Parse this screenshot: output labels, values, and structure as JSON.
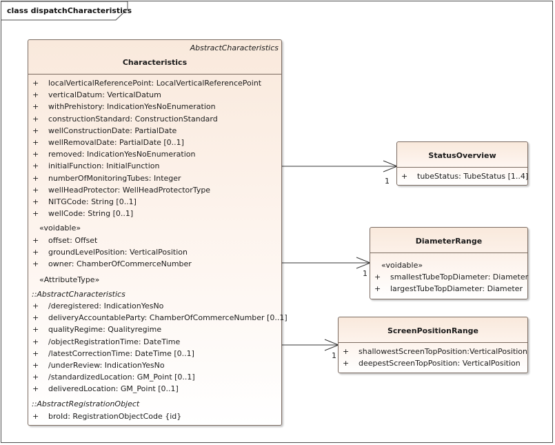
{
  "diagram": {
    "frame_label": "class dispatchCharacteristics"
  },
  "characteristics": {
    "superclass_stereotype": "AbstractCharacteristics",
    "name": "Characteristics",
    "attributes": [
      {
        "vis": "+",
        "text": "localVerticalReferencePoint: LocalVerticalReferencePoint"
      },
      {
        "vis": "+",
        "text": "verticalDatum: VerticalDatum"
      },
      {
        "vis": "+",
        "text": "withPrehistory: IndicationYesNoEnumeration"
      },
      {
        "vis": "+",
        "text": "constructionStandard: ConstructionStandard"
      },
      {
        "vis": "+",
        "text": "wellConstructionDate: PartialDate"
      },
      {
        "vis": "+",
        "text": "wellRemovalDate: PartialDate [0..1]"
      },
      {
        "vis": "+",
        "text": "removed: IndicationYesNoEnumeration"
      },
      {
        "vis": "+",
        "text": "initialFunction: InitialFunction"
      },
      {
        "vis": "+",
        "text": "numberOfMonitoringTubes: Integer"
      },
      {
        "vis": "+",
        "text": "wellHeadProtector: WellHeadProtectorType"
      },
      {
        "vis": "+",
        "text": "NITGCode: String [0..1]"
      },
      {
        "vis": "+",
        "text": "wellCode: String [0..1]"
      }
    ],
    "voidable_label": "«voidable»",
    "voidable_attributes": [
      {
        "vis": "+",
        "text": "offset: Offset"
      },
      {
        "vis": "+",
        "text": "groundLevelPosition: VerticalPosition"
      },
      {
        "vis": "+",
        "text": "owner: ChamberOfCommerceNumber"
      }
    ],
    "attributetype_label": "«AttributeType»",
    "inherited_1_label": "::AbstractCharacteristics",
    "inherited_1_attributes": [
      {
        "vis": "+",
        "text": "/deregistered: IndicationYesNo"
      },
      {
        "vis": "+",
        "text": "deliveryAccountableParty: ChamberOfCommerceNumber [0..1]"
      },
      {
        "vis": "+",
        "text": "qualityRegime: Qualityregime"
      },
      {
        "vis": "+",
        "text": "/objectRegistrationTime: DateTime"
      },
      {
        "vis": "+",
        "text": "/latestCorrectionTime: DateTime [0..1]"
      },
      {
        "vis": "+",
        "text": "/underReview: IndicationYesNo"
      },
      {
        "vis": "+",
        "text": "/standardizedLocation: GM_Point [0..1]"
      },
      {
        "vis": "+",
        "text": "deliveredLocation: GM_Point [0..1]"
      }
    ],
    "inherited_2_label": "::AbstractRegistrationObject",
    "inherited_2_attributes": [
      {
        "vis": "+",
        "text": "broId: RegistrationObjectCode {id}"
      }
    ]
  },
  "status_overview": {
    "name": "StatusOverview",
    "attributes": [
      {
        "vis": "+",
        "text": "tubeStatus: TubeStatus [1..4]"
      }
    ],
    "multiplicity": "1"
  },
  "diameter_range": {
    "name": "DiameterRange",
    "voidable_label": "«voidable»",
    "attributes": [
      {
        "vis": "+",
        "text": "smallestTubeTopDiameter: Diameter"
      },
      {
        "vis": "+",
        "text": "largestTubeTopDiameter: Diameter"
      }
    ],
    "multiplicity": "1"
  },
  "screen_position_range": {
    "name": "ScreenPositionRange",
    "attributes": [
      {
        "vis": "+",
        "text": "shallowestScreenTopPosition:VerticalPosition"
      },
      {
        "vis": "+",
        "text": "deepestScreenTopPosition: VerticalPosition"
      }
    ],
    "multiplicity": "1"
  }
}
